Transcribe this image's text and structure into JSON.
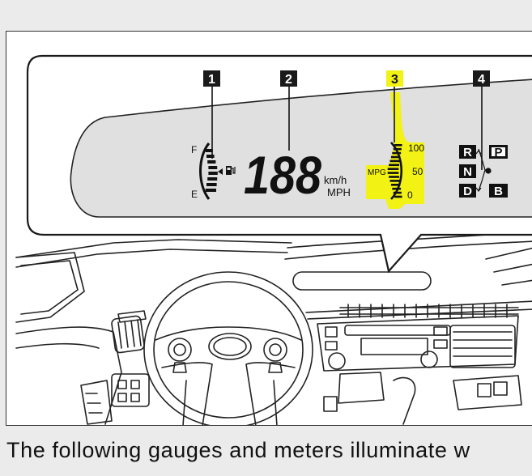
{
  "callouts": [
    {
      "number": "1"
    },
    {
      "number": "2"
    },
    {
      "number": "3"
    },
    {
      "number": "4"
    }
  ],
  "fuel_gauge": {
    "full_label": "F",
    "empty_label": "E",
    "icon": "fuel-pump-icon"
  },
  "speedometer": {
    "digits": "188",
    "unit_metric": "km/h",
    "unit_imperial": "MPH"
  },
  "mpg_meter": {
    "label": "MPG",
    "scale_top": "100",
    "scale_mid": "50",
    "scale_bottom": "0",
    "highlight_color": "#f2f215"
  },
  "shift_indicator": {
    "r": "R",
    "p": "P",
    "n": "N",
    "d": "D",
    "b": "B"
  },
  "caption": "The following gauges and meters illuminate w"
}
